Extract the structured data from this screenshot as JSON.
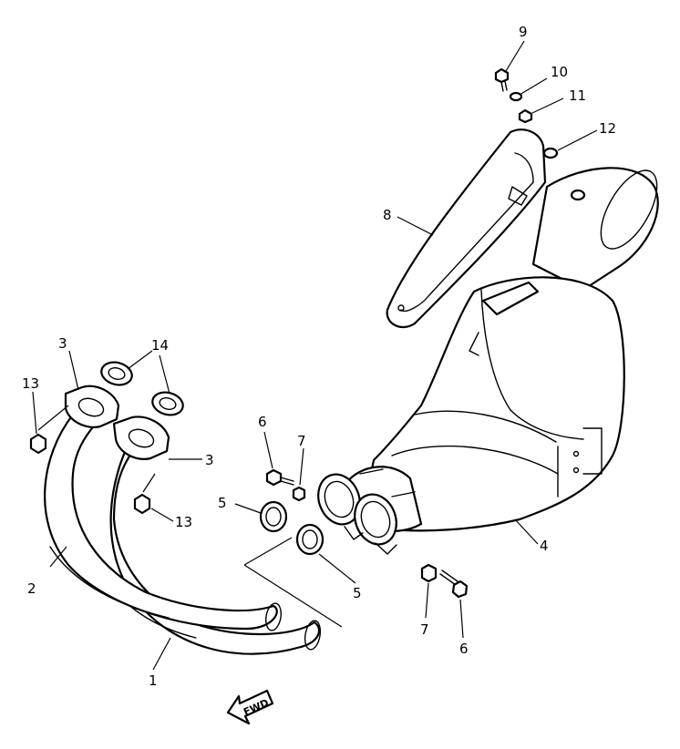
{
  "callouts": {
    "c1": "1",
    "c2": "2",
    "c3a": "3",
    "c3b": "3",
    "c4": "4",
    "c5a": "5",
    "c5b": "5",
    "c6a": "6",
    "c6b": "6",
    "c7a": "7",
    "c7b": "7",
    "c8": "8",
    "c9": "9",
    "c10": "10",
    "c11": "11",
    "c12": "12",
    "c13a": "13",
    "c13b": "13",
    "c14": "14"
  },
  "fwd_label": "FWD",
  "colors": {
    "ink": "#000000",
    "paper": "#ffffff"
  }
}
